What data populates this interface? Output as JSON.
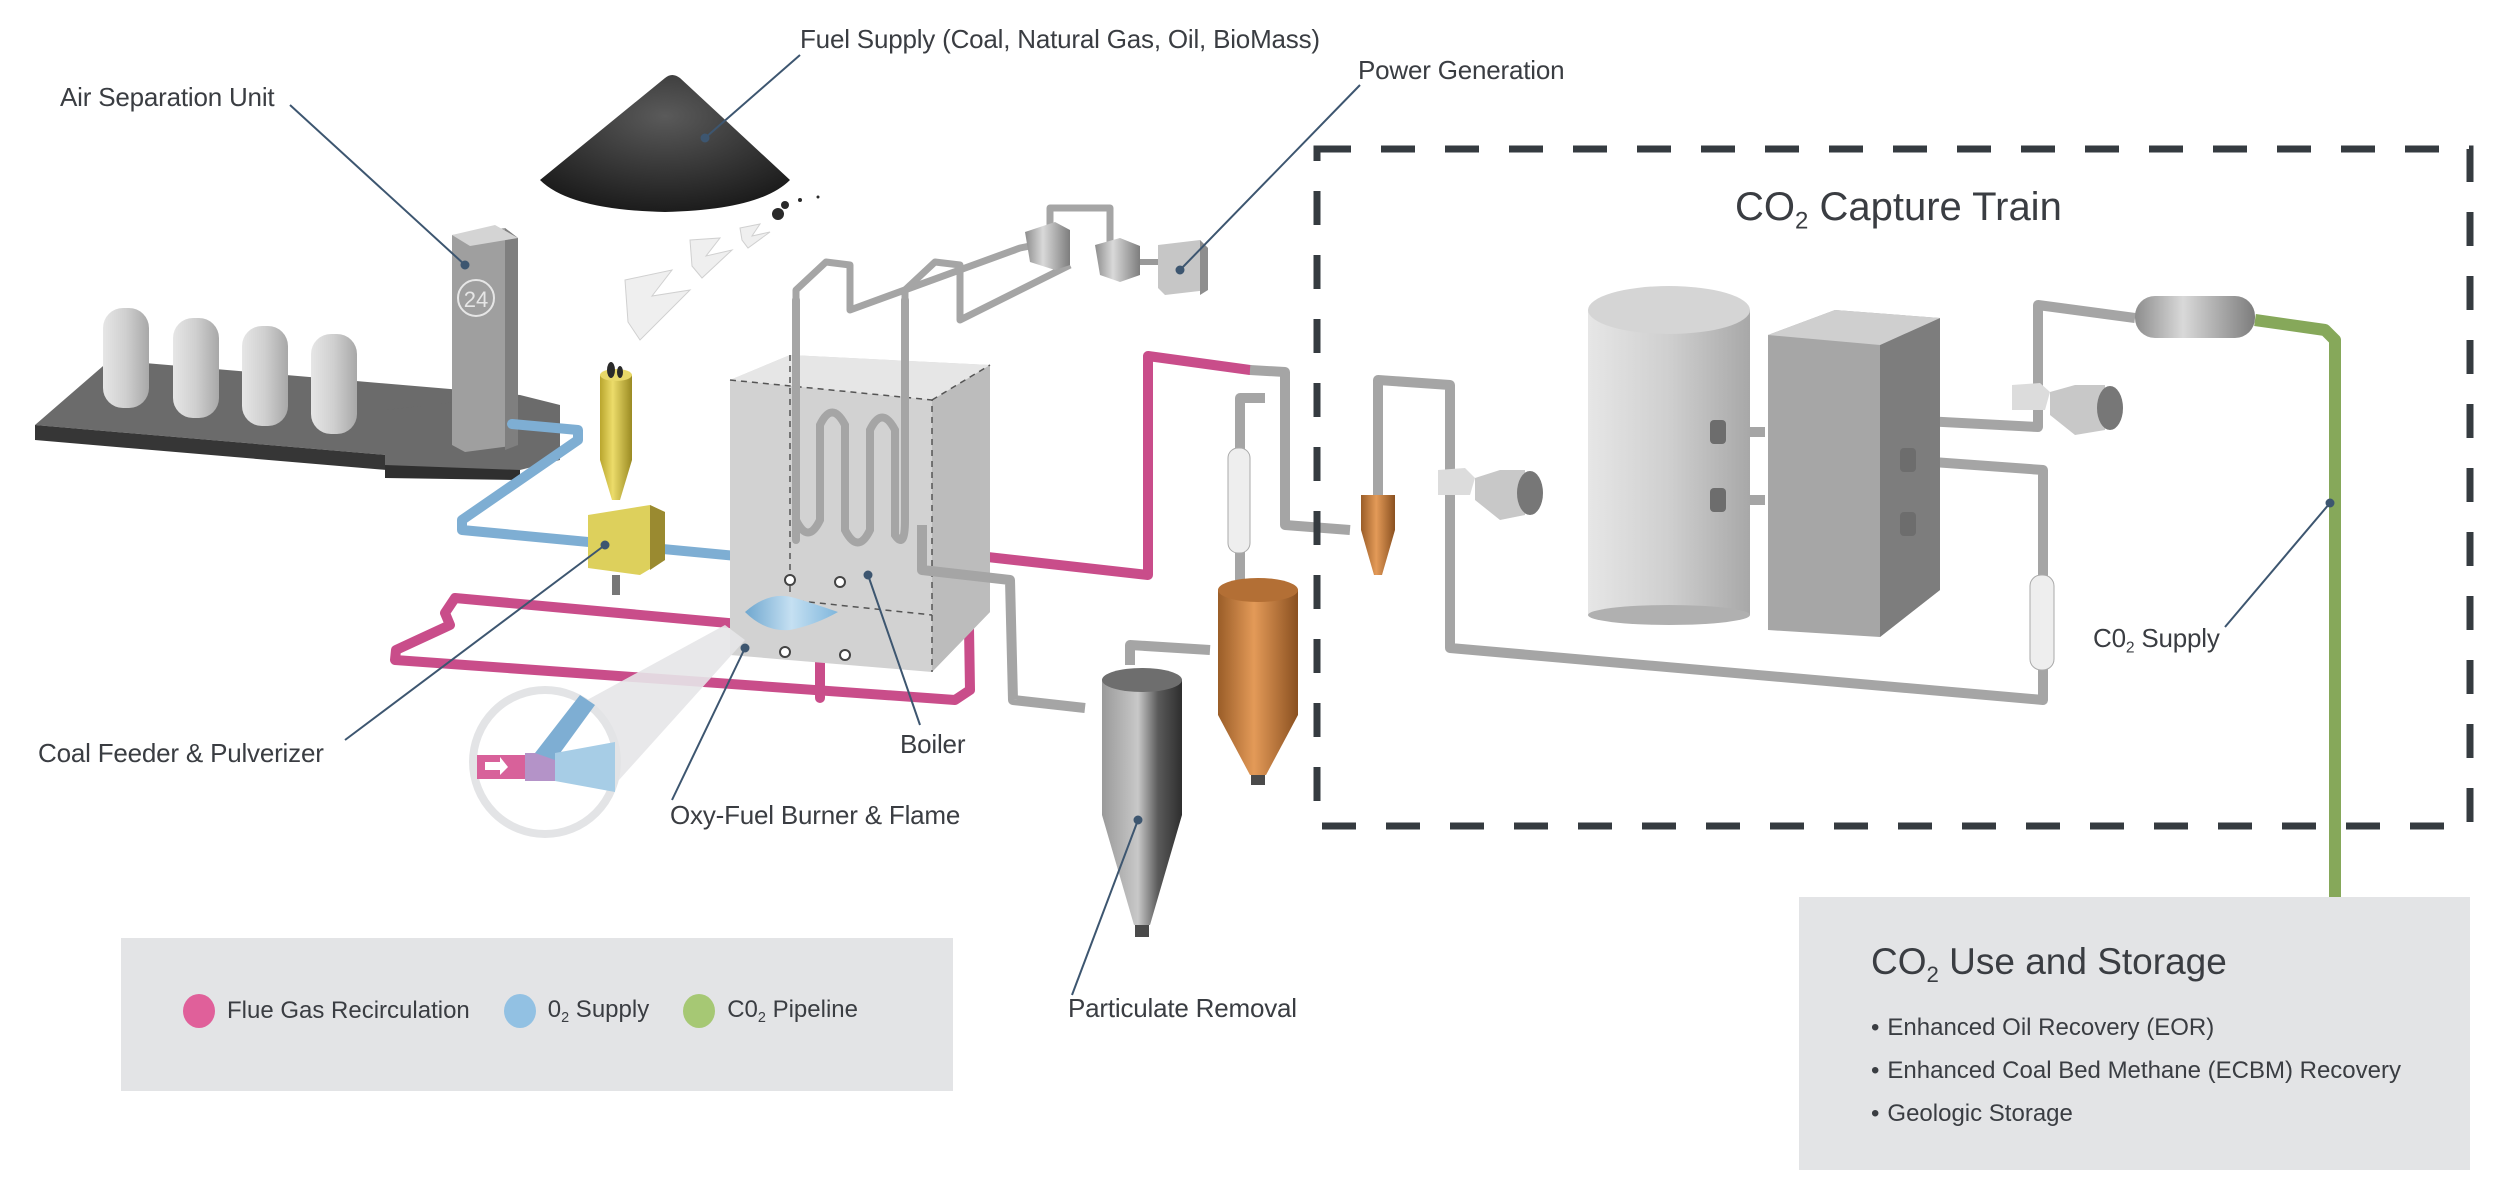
{
  "labels": {
    "fuel_supply": "Fuel Supply (Coal, Natural Gas, Oil, BioMass)",
    "power_generation": "Power Generation",
    "air_separation_unit": "Air Separation Unit",
    "coal_feeder": "Coal Feeder & Pulverizer",
    "boiler": "Boiler",
    "oxy_fuel_burner": "Oxy-Fuel Burner & Flame",
    "particulate_removal": "Particulate Removal",
    "co2_supply_prefix": "C0",
    "co2_supply_sub": "2",
    "co2_supply_suffix": " Supply",
    "asu_badge": "24"
  },
  "capture_train": {
    "title_prefix": "CO",
    "title_sub": "2",
    "title_suffix": " Capture Train"
  },
  "legend": {
    "items": [
      {
        "name": "flue-gas-recirculation",
        "prefix": "Flue Gas Recirculation",
        "sub": "",
        "suffix": "",
        "color": "#e0609a"
      },
      {
        "name": "o2-supply",
        "prefix": "0",
        "sub": "2",
        "suffix": " Supply",
        "color": "#92c1e3"
      },
      {
        "name": "co2-pipeline",
        "prefix": "C0",
        "sub": "2",
        "suffix": " Pipeline",
        "color": "#a6c874"
      }
    ]
  },
  "storage": {
    "title_prefix": "CO",
    "title_sub": "2",
    "title_suffix": " Use and Storage",
    "items": [
      "Enhanced Oil Recovery (EOR)",
      "Enhanced Coal Bed Methane (ECBM) Recovery",
      "Geologic Storage"
    ]
  },
  "colors": {
    "flue_gas": "#c94d8a",
    "o2": "#7eaed3",
    "co2": "#86a85a",
    "steel": "#a9a9a9",
    "copper": "#c98445",
    "yellow": "#d8c84e",
    "dashed_border": "#353b40",
    "leader_line": "#3d5670",
    "panel_bg": "#e3e4e6"
  }
}
